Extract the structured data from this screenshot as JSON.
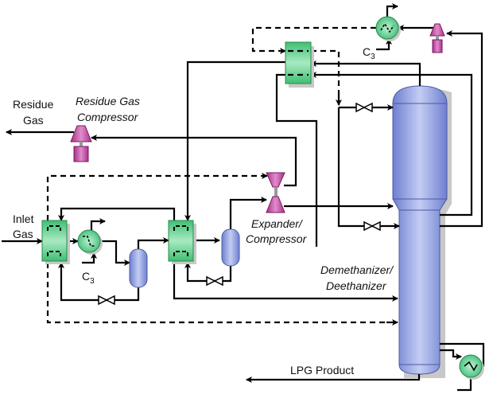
{
  "labels": {
    "residue_gas": [
      "Residue",
      "Gas"
    ],
    "residue_gas_compressor": [
      "Residue Gas",
      "Compressor"
    ],
    "inlet_gas": [
      "Inlet",
      "Gas"
    ],
    "c3": "C",
    "c3_sub": "3",
    "expander_compressor": [
      "Expander/",
      "Compressor"
    ],
    "demethanizer": [
      "Demethanizer/",
      "Deethanizer"
    ],
    "lpg_product": "LPG Product"
  },
  "colors": {
    "heat_exchanger": "#6fd49a",
    "vessel": "#8a9ae0",
    "compressor": "#c84aa8",
    "line": "#000000"
  }
}
